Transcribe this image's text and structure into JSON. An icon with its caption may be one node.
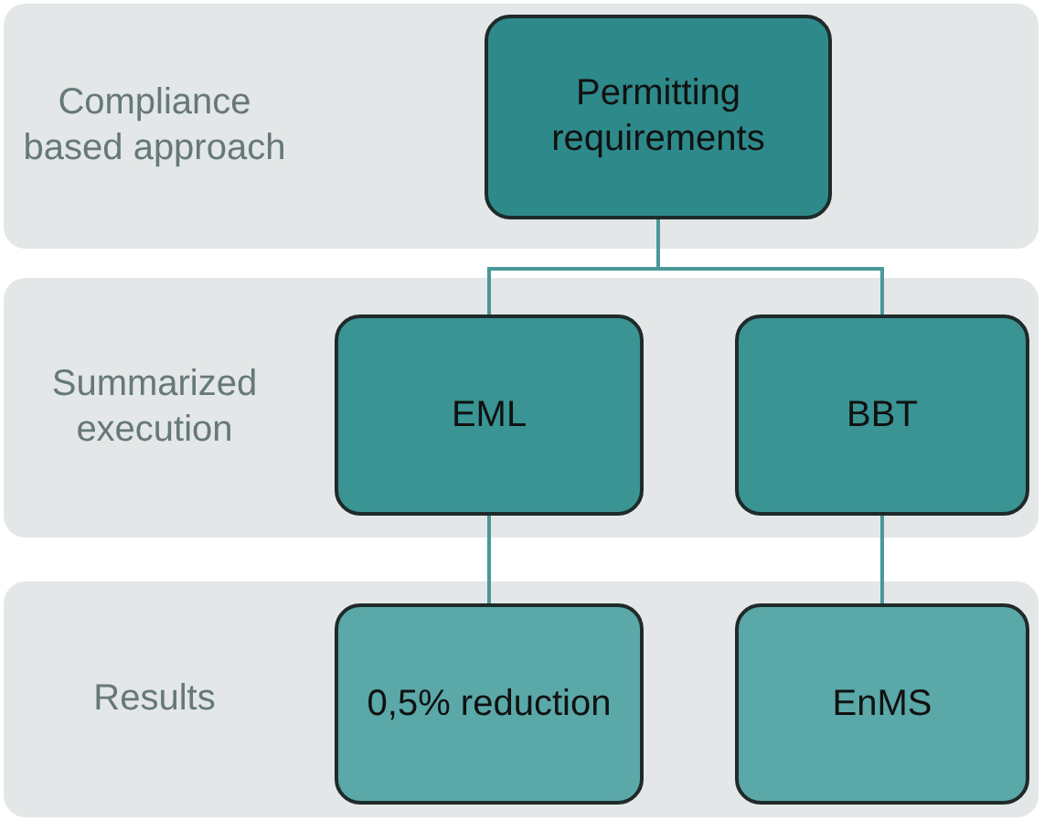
{
  "diagram": {
    "nodes": [
      {
        "text": [
          "Compliance based approach"
        ]
      },
      {
        "text": [
          "Permitting requirements"
        ],
        "in": 0
      },
      {
        "text": [
          "Summarized execution"
        ]
      },
      {
        "text": [
          "EML"
        ],
        "in": 2
      },
      {
        "text": [
          "BBT"
        ],
        "in": 2
      },
      {
        "text": [
          "Results"
        ]
      },
      {
        "text": [
          "0,5% reduction"
        ],
        "in": 5
      },
      {
        "text": [
          "EnMS"
        ],
        "in": 5
      }
    ],
    "edges": [
      {
        "from": 1,
        "to": 3,
        "arrow": "none"
      },
      {
        "from": 1,
        "to": 4,
        "arrow": "none"
      },
      {
        "from": 3,
        "to": 6,
        "arrow": "none"
      },
      {
        "from": 4,
        "to": 7,
        "arrow": "none"
      }
    ]
  }
}
